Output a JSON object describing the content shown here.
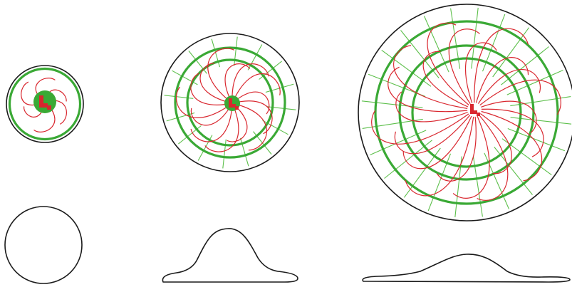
{
  "diagram": {
    "stages": [
      {
        "id": "stage-1",
        "profile": "sphere",
        "spokes": 0,
        "loops": 6,
        "rings": 1,
        "hub": "green-disc"
      },
      {
        "id": "stage-2",
        "profile": "dome",
        "spokes": 16,
        "loops": 14,
        "rings": 2,
        "hub": "green-dot"
      },
      {
        "id": "stage-3",
        "profile": "flat",
        "spokes": 24,
        "loops": 22,
        "rings": 3,
        "hub": "white-dot"
      }
    ],
    "colors": {
      "outline": "#1a1a1a",
      "ring": "#3aa935",
      "spoke": "#5cbf4a",
      "loop": "#d9262e",
      "hub": "#3aa935",
      "marker": "#d9262e"
    }
  }
}
